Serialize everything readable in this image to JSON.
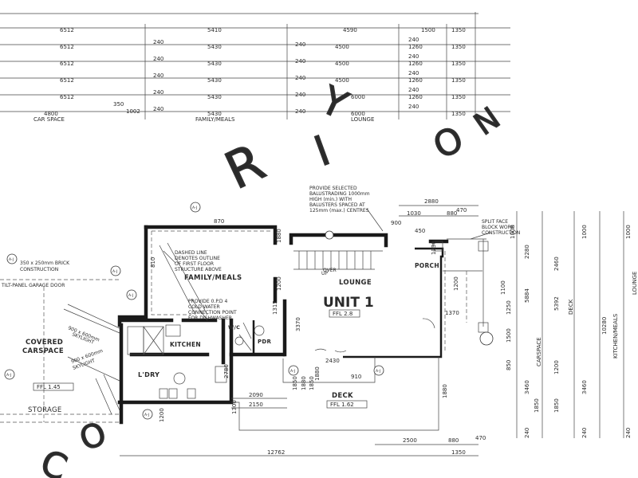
{
  "rows": {
    "r1": [
      "6512",
      "5410",
      "4590",
      "1500",
      "1350"
    ],
    "r2": [
      "6512",
      "240",
      "5430",
      "240",
      "4500",
      "240",
      "1260",
      "1350"
    ],
    "r3": [
      "6512",
      "240",
      "5430",
      "240",
      "4500",
      "240",
      "1260",
      "1350"
    ],
    "r4": [
      "6512",
      "240",
      "5430",
      "240",
      "4500",
      "240",
      "1260",
      "1350"
    ],
    "r5": [
      "6512",
      "240",
      "5430",
      "240",
      "6000",
      "240",
      "1260",
      "1350"
    ],
    "r6": [
      "4800",
      "350",
      "1002",
      "240",
      "5430",
      "240",
      "6000",
      "240",
      "1350"
    ]
  },
  "top_labels": [
    "CAR SPACE",
    "FAMILY/MEALS",
    "LOUNGE"
  ],
  "rooms": {
    "family_meals": "FAMILY/MEALS",
    "kitchen": "KITCHEN",
    "lounge": "LOUNGE",
    "unit": "UNIT 1",
    "porch": "PORCH",
    "pdr": "PDR",
    "wc": "W/C",
    "ldry": "L'DRY",
    "deck": "DECK",
    "storage": "STORAGE",
    "covered1": "COVERED",
    "covered2": "CARSPACE"
  },
  "ffl": {
    "unit": "FFL 2.8",
    "deck": "FFL 1.62",
    "carspace": "FFL 1.45"
  },
  "notes": {
    "balustrade": [
      "PROVIDE SELECTED",
      "BALUSTRADING 1000mm",
      "HIGH (min.) WITH",
      "BALUSTERS SPACED AT",
      "125mm (max.) CENTRES"
    ],
    "split_face": [
      "SPLIT FACE",
      "BLOCK WORK",
      "CONSTRUCTION"
    ],
    "dashed_line": [
      "DASHED LINE",
      "DENOTES OUTLINE",
      "OF FIRST FLOOR",
      "STRUCTURE ABOVE"
    ],
    "cold_water": [
      "PROVIDE 0.P.D 4",
      "COLD WATER",
      "CONNECTION POINT",
      "FOR DISHWASHER"
    ],
    "brick": [
      "350 x 250mm BRICK",
      "CONSTRUCTION"
    ],
    "garage": "TILT-PANEL GARAGE DOOR",
    "skylight": [
      "900 x 600mm",
      "SKYLIGHT"
    ],
    "skylight2": [
      "900 x 600mm",
      "SKYLIGHT"
    ],
    "up": "UP",
    "over": "OVER"
  },
  "right_dims": {
    "top": [
      "2880",
      "470",
      "1030",
      "880"
    ],
    "col1": [
      "1000",
      "2280",
      "5884",
      "3460",
      "1850",
      "240"
    ],
    "col2": [
      "2460",
      "5392",
      "1200",
      "1850"
    ],
    "col3": [
      "1000",
      "3460",
      "240",
      "10280"
    ],
    "col4": [
      "1000",
      "240"
    ],
    "labels": [
      "CARSPACE",
      "DECK",
      "KITCHEN/MEALS",
      "LOUNGE"
    ]
  },
  "bottom_dims": {
    "mid": [
      "2090",
      "2150"
    ],
    "right": [
      "2500",
      "880",
      "470"
    ],
    "total": "12762",
    "total_right": "1350",
    "small": [
      "1200",
      "1850",
      "1880",
      "1880",
      "2780",
      "1850"
    ]
  },
  "misc_dims": [
    "1880",
    "1200",
    "3370",
    "1315",
    "1880",
    "1200",
    "1250",
    "1500",
    "850",
    "1100",
    "810",
    "1300",
    "1230",
    "450",
    "2430",
    "910",
    "1370",
    "870",
    "900"
  ],
  "refs": [
    "A-J",
    "A-J",
    "A-J",
    "A-J",
    "A-J",
    "A-J",
    "A-J",
    "A-J"
  ],
  "watermark": [
    "R",
    "I",
    "O",
    "N",
    "Y",
    "O",
    "C"
  ]
}
